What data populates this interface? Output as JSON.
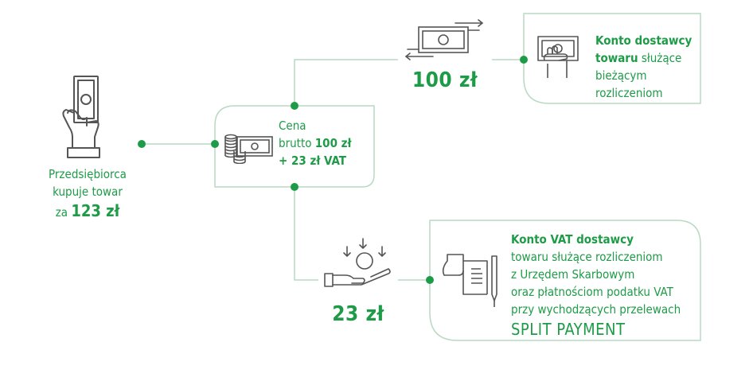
{
  "buyer": {
    "line1": "Przedsiębiorca",
    "line2": "kupuje towar",
    "line3_prefix": "za",
    "line3_amount": "123 zł"
  },
  "price_box": {
    "line1": "Cena",
    "line2_prefix": "brutto",
    "line2_amount": "100 zł",
    "line3": "+ 23 zł VAT"
  },
  "net_amount": "100 zł",
  "vat_amount": "23 zł",
  "supplier_account": {
    "title_line1": "Konto dostawcy",
    "title_line2_bold": "towaru",
    "title_line2_rest": "służące",
    "line3": "bieżącym",
    "line4": "rozliczeniom"
  },
  "vat_account": {
    "title": "Konto VAT dostawcy",
    "line2": "towaru służące rozliczeniom",
    "line3": "z Urzędem Skarbowym",
    "line4": "oraz płatnościom podatku VAT",
    "line5": "przy wychodzących przelewach",
    "line6": "SPLIT PAYMENT"
  },
  "colors": {
    "accent": "#1e9b47",
    "connector": "#b9d9c2",
    "icon_stroke": "#555555"
  }
}
